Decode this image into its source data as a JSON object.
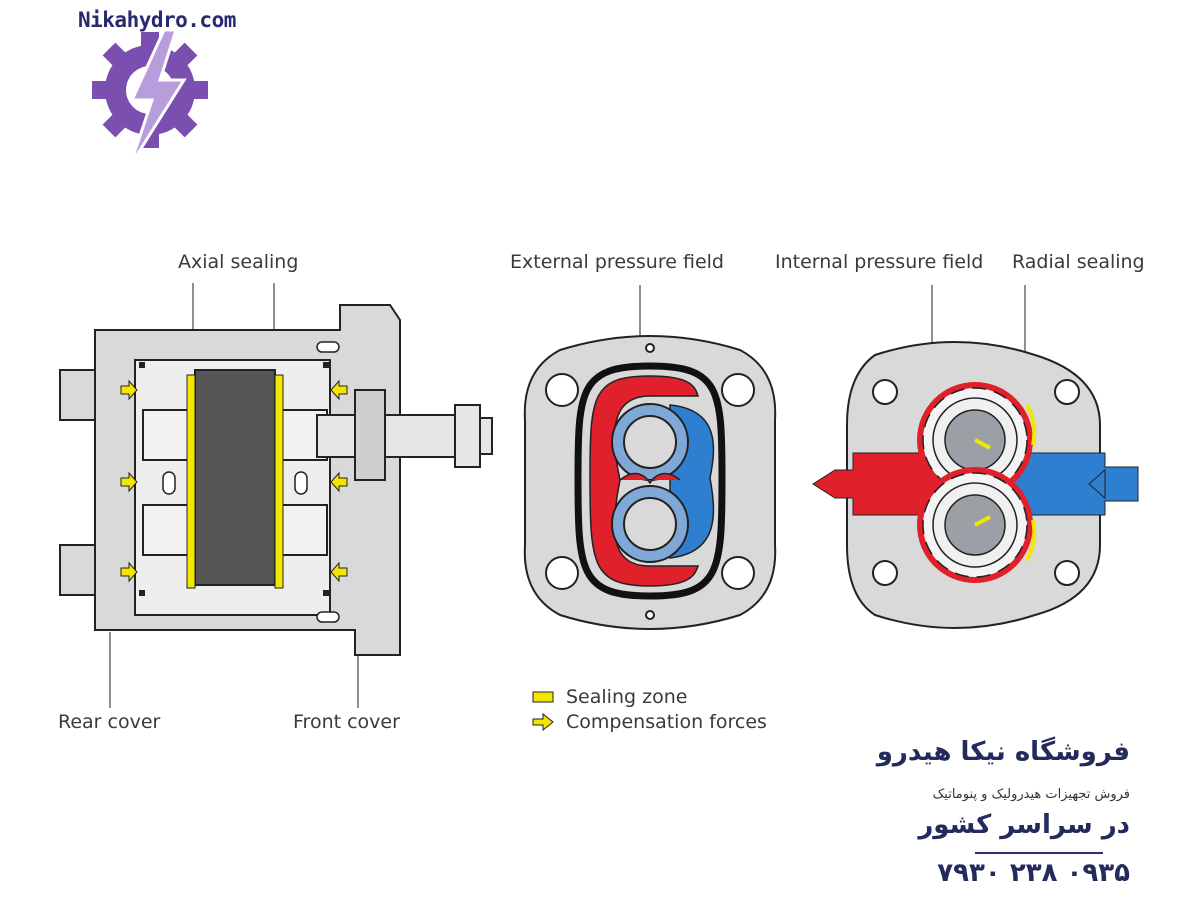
{
  "logo": {
    "text": "Nikahydro.com",
    "icon": "gear-lightning-icon"
  },
  "labels": {
    "axial_sealing": "Axial sealing",
    "external_pressure_field": "External pressure field",
    "internal_pressure_field": "Internal pressure field",
    "radial_sealing": "Radial sealing",
    "rear_cover": "Rear cover",
    "front_cover": "Front cover"
  },
  "legend": {
    "sealing_zone": "Sealing zone",
    "compensation_forces": "Compensation forces"
  },
  "store": {
    "name": "فروشگاه نیکا هیدرو",
    "tagline": "فروش تجهیزات هیدرولیک و پنوماتیک",
    "coverage": "در سراسر کشور",
    "phone": "۰۹۳۵ ۲۳۸ ۷۹۳۰"
  },
  "colors": {
    "housing": "#d9d9d9",
    "outline": "#222222",
    "sealing_yellow": "#f3e600",
    "high_pressure_red": "#e0202a",
    "low_pressure_blue": "#2f7fd0",
    "logo_purple": "#7a4fb0",
    "text_navy": "#232a5c"
  }
}
